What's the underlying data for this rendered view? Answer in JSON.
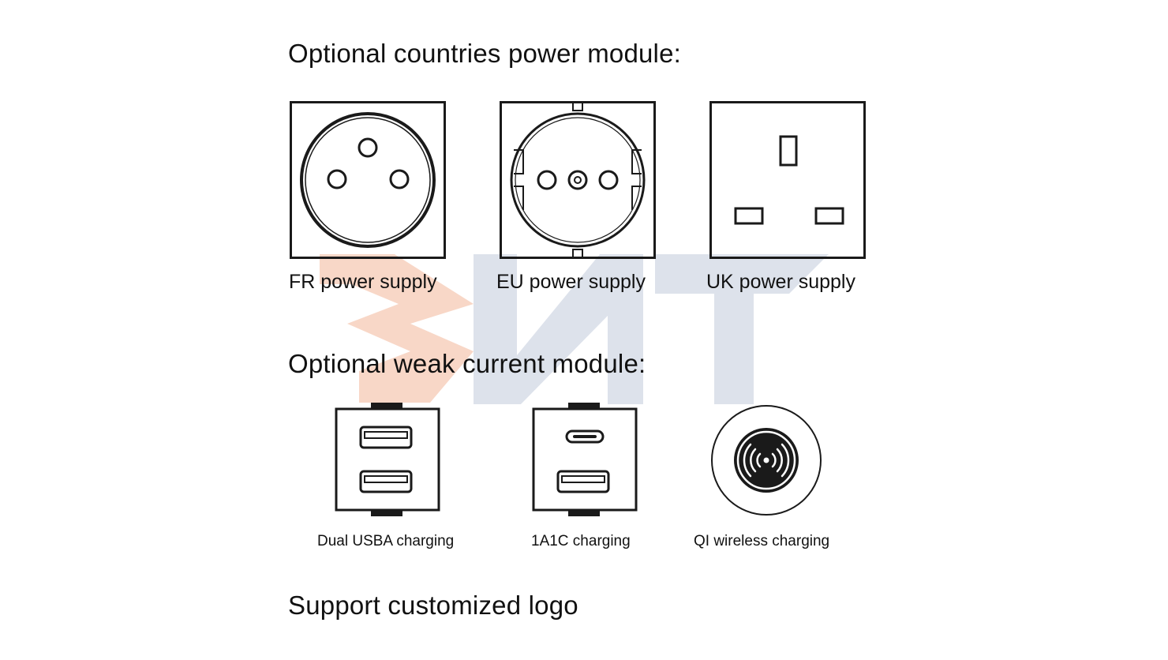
{
  "watermark": {
    "name": "bnt-watermark-logo",
    "colors": {
      "orange": "#f5c9b4",
      "blue": "#d5dbe6"
    }
  },
  "power_section": {
    "title": "Optional countries power module:",
    "items": [
      {
        "label": "FR power supply",
        "icon": "fr-socket-icon"
      },
      {
        "label": "EU power supply",
        "icon": "eu-socket-icon"
      },
      {
        "label": "UK power supply",
        "icon": "uk-socket-icon"
      }
    ]
  },
  "weak_section": {
    "title": "Optional weak current module:",
    "items": [
      {
        "label": "Dual USBA charging",
        "icon": "dual-usb-a-icon"
      },
      {
        "label": "1A1C charging",
        "icon": "usb-a-usb-c-icon"
      },
      {
        "label": "QI wireless charging",
        "icon": "wireless-charging-icon"
      }
    ]
  },
  "logo_section": {
    "title": "Support customized logo"
  }
}
